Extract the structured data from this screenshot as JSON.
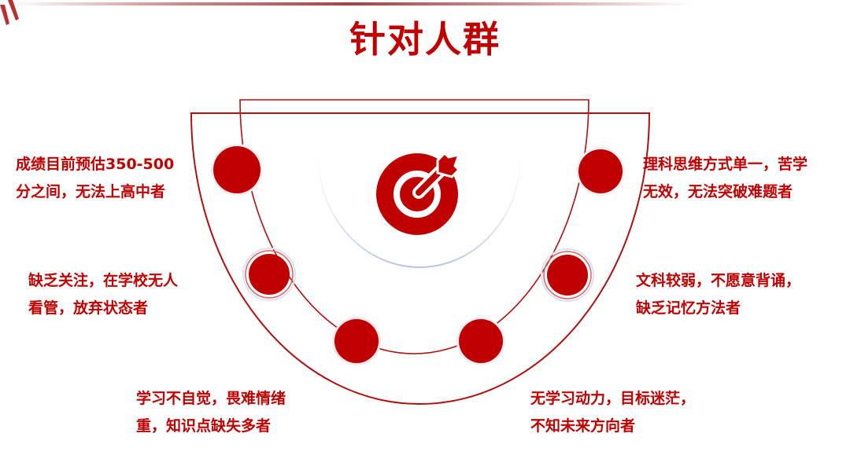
{
  "title": "针对人群",
  "colors": {
    "accent": "#c00000",
    "line": "#b01010",
    "faint_ring": "#c8d0e8",
    "background": "#ffffff"
  },
  "center_icon": "target-arrow-icon",
  "groups": [
    {
      "id": "top-left",
      "line1": "成绩目前预估350-500",
      "line2": "分之间，无法上高中者"
    },
    {
      "id": "mid-left",
      "line1": "缺乏关注，在学校无人",
      "line2": "看管，放弃状态者"
    },
    {
      "id": "bottom-left",
      "line1": "学习不自觉，畏难情绪",
      "line2": "重，知识点缺失多者"
    },
    {
      "id": "bottom-right",
      "line1": "无学习动力，目标迷茫，",
      "line2": "不知未来方向者"
    },
    {
      "id": "mid-right",
      "line1": "文科较弱，不愿意背诵，",
      "line2": "缺乏记忆方法者"
    },
    {
      "id": "top-right",
      "line1": "理科思维方式单一，苦学",
      "line2": "无效，无法突破难题者"
    }
  ]
}
